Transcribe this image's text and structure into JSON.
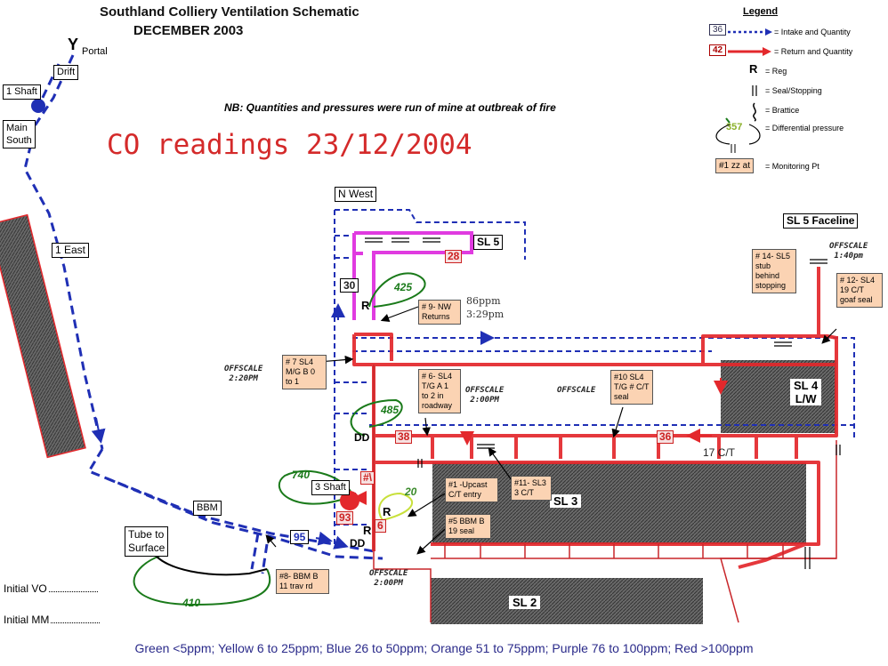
{
  "header": {
    "title": "Southland Colliery Ventilation Schematic",
    "date": "DECEMBER 2003"
  },
  "note": "NB: Quantities and pressures were run of mine at outbreak of fire",
  "co_heading": "CO readings 23/12/2004",
  "legend": {
    "title": "Legend",
    "intake_qty": "36",
    "intake_label": "= Intake and Quantity",
    "return_qty": "42",
    "return_label": "= Return and Quantity",
    "reg_symbol": "R",
    "reg_label": "= Reg",
    "seal_label": "= Seal/Stopping",
    "brattice_label": "= Brattice",
    "pressure_value": "357",
    "pressure_label": "= Differential pressure",
    "monitor_box": "#1 zz at",
    "monitor_label": "= Monitoring Pt"
  },
  "labels": {
    "portal_y": "Y",
    "portal": "Portal",
    "drift": "Drift",
    "shaft1": "1 Shaft",
    "main_south_1": "Main",
    "main_south_2": "South",
    "east1": "1 East",
    "bbm": "BBM",
    "tube1": "Tube to",
    "tube2": "Surface",
    "shaft3": "3 Shaft",
    "nwest": "N West",
    "sl5": "SL 5",
    "sl5_faceline": "SL 5 Faceline",
    "sl4_1": "SL 4",
    "sl4_2": "L/W",
    "sl3": "SL 3",
    "sl2": "SL 2",
    "dd1": "DD",
    "dd2": "DD",
    "r1": "R",
    "r2": "R",
    "r3": "R",
    "ct17": "17 C/T",
    "init_vo": "Initial VO",
    "init_mm": "Initial MM"
  },
  "quantities": {
    "q28": "28",
    "q30": "30",
    "q425": "425",
    "q485": "485",
    "q38": "38",
    "q36": "36",
    "q740": "740",
    "q20": "20",
    "q93": "93",
    "q6": "6",
    "q95": "95",
    "q410": "410",
    "q_shaft": "#\\"
  },
  "monitoring_points": [
    {
      "id": "mp14",
      "text": "# 14- SL5 stub behind stopping"
    },
    {
      "id": "mp12",
      "text": "# 12- SL4 19 C/T goaf seal"
    },
    {
      "id": "mp9",
      "text": "# 9- NW Returns"
    },
    {
      "id": "mp7",
      "text": "# 7 SL4 M/G B 0 to 1"
    },
    {
      "id": "mp6",
      "text": "# 6- SL4 T/G A 1 to 2 in roadway"
    },
    {
      "id": "mp10",
      "text": "#10 SL4 T/G # C/T seal"
    },
    {
      "id": "mp1",
      "text": "#1 -Upcast C/T entry"
    },
    {
      "id": "mp11",
      "text": "#11- SL3 3 C/T"
    },
    {
      "id": "mp5",
      "text": "#5 BBM B 19 seal"
    },
    {
      "id": "mp8",
      "text": "#8- BBM B 11 trav rd"
    }
  ],
  "offscale": [
    {
      "id": "os1",
      "line1": "OFFSCALE",
      "line2": "1:40pm"
    },
    {
      "id": "os2",
      "line1": "OFFSCALE",
      "line2": "2:20PM"
    },
    {
      "id": "os3",
      "line1": "OFFSCALE",
      "line2": "2:00PM"
    },
    {
      "id": "os4",
      "line1": "OFFSCALE",
      "line2": ""
    },
    {
      "id": "os5",
      "line1": "OFFSCALE",
      "line2": "2:00PM"
    }
  ],
  "ppm_reading": {
    "value": "86ppm",
    "time": "3:29pm"
  },
  "color_key": "Green <5ppm; Yellow 6 to 25ppm; Blue 26 to 50ppm; Orange 51 to 75ppm; Purple 76 to 100ppm; Red >100ppm",
  "colors": {
    "intake": "#1f2fb5",
    "return": "#e3282c",
    "purple": "#e03be0",
    "green": "#1a7a1a",
    "yellow": "#c8e03a",
    "note_fill": "#fbd3b3"
  }
}
